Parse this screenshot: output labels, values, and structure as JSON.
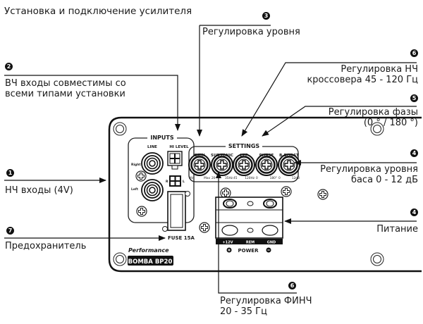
{
  "title": "Установка и подключение усилителя",
  "callouts": {
    "hf_inputs": {
      "number": "2",
      "lines": [
        "ВЧ входы совместимы со",
        "всеми типами установки"
      ]
    },
    "level": {
      "number": "3",
      "lines": [
        "Регулировка уровня"
      ]
    },
    "lpf": {
      "number": "6",
      "lines": [
        "Регулировка НЧ",
        "кроссовера 45 - 120 Гц"
      ]
    },
    "phase": {
      "number": "5",
      "lines": [
        "Регулировка фазы",
        "(0 ° / 180 °)"
      ]
    },
    "bass_boost": {
      "number": "4",
      "lines": [
        "Регулировка уровня",
        "баса 0 - 12 дБ"
      ]
    },
    "lf_inputs": {
      "number": "1",
      "lines": [
        "НЧ входы (4V)"
      ]
    },
    "power": {
      "number": "4",
      "lines": [
        "Питание"
      ]
    },
    "fuse": {
      "number": "7",
      "lines": [
        "Предохранитель"
      ]
    },
    "subsonic": {
      "number": "6",
      "lines": [
        "Регулировка ФИНЧ",
        "20 - 35 Гц"
      ]
    }
  },
  "panel": {
    "inputs_header": "INPUTS",
    "line_label": "LINE",
    "hi_level_label": "HI LEVEL",
    "right_label": "Right",
    "left_label": "Left",
    "r_label": "R",
    "l_label": "L",
    "settings_header": "SETTINGS",
    "knobs": [
      {
        "name": "GAIN",
        "min": "Min",
        "max": "Max"
      },
      {
        "name": "SUBSONIC",
        "min": "20",
        "max": "35Hz"
      },
      {
        "name": "LPF",
        "min": "45",
        "max": "120Hz"
      },
      {
        "name": "PHASE",
        "min": "0",
        "max": "180°"
      },
      {
        "name": "B-BOOST",
        "min": "0",
        "max": "12dB"
      }
    ],
    "fuse_label": "FUSE 15A",
    "terminals": [
      "+12V",
      "REM",
      "GND"
    ],
    "power_label": "POWER",
    "brand": "Performance",
    "model": "BOMBA BP20"
  }
}
